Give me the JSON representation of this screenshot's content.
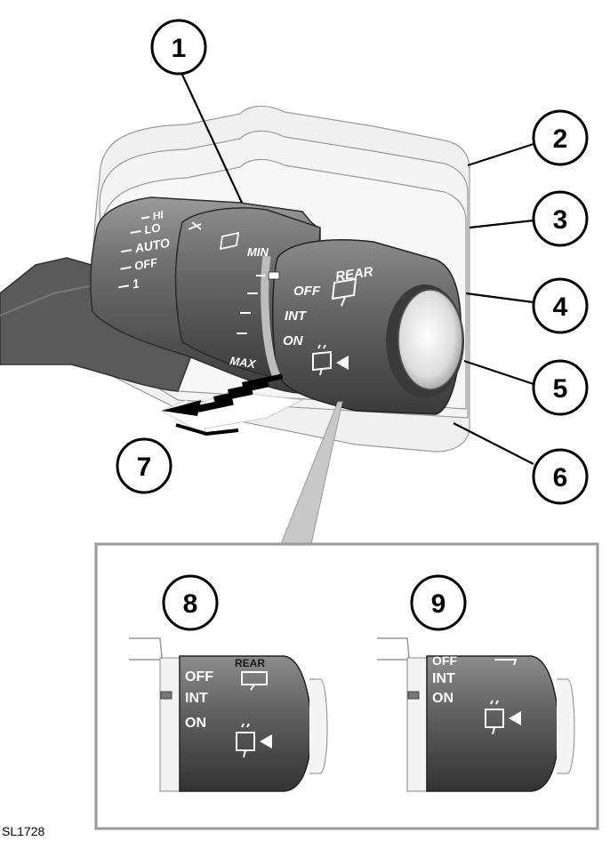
{
  "figure": {
    "reference_code": "SL1728",
    "callouts": [
      "1",
      "2",
      "3",
      "4",
      "5",
      "6",
      "7",
      "8",
      "9"
    ]
  },
  "wiper_stalk": {
    "front_positions": [
      "HI",
      "LO",
      "AUTO",
      "OFF",
      "1"
    ],
    "sensitivity": {
      "min_label": "MIN",
      "max_label": "MAX"
    },
    "rear_collar": {
      "title": "REAR",
      "positions": [
        "OFF",
        "INT",
        "ON"
      ]
    }
  },
  "detail_views": [
    {
      "callout": "8",
      "title": "REAR",
      "positions": [
        "OFF",
        "INT",
        "ON"
      ]
    },
    {
      "callout": "9",
      "positions": [
        "OFF",
        "INT",
        "ON"
      ]
    }
  ],
  "colors": {
    "stalk_dark": "#5a5a5a",
    "stalk_mid": "#7a7a7a",
    "ghost_outline": "#e4e4e4",
    "frame": "#9a9a9a"
  }
}
